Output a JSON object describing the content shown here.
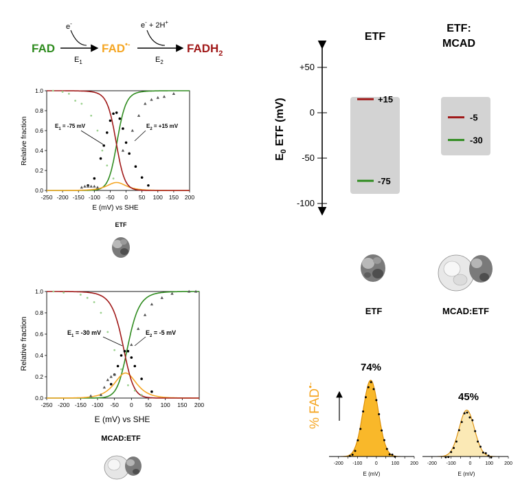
{
  "scheme": {
    "fad": "FAD",
    "fad_sq_main": "FAD",
    "fad_sq_sup": "•-",
    "fadh2_main": "FADH",
    "fadh2_sub": "2",
    "arrow1_top": "e",
    "arrow1_top_sup": "-",
    "arrow1_bottom": "E",
    "arrow1_bottom_sub": "1",
    "arrow2_top": "e",
    "arrow2_top_sup": "-",
    "arrow2_top_rest": " + 2H",
    "arrow2_top_sup2": "+",
    "arrow2_bottom": "E",
    "arrow2_bottom_sub": "2"
  },
  "colors": {
    "green": "#2e8b1e",
    "orange": "#f5a623",
    "red": "#a01818",
    "grey_box": "#d3d3d3"
  },
  "chart_data": [
    {
      "type": "line",
      "panel": "ETF",
      "xlabel": "E (mV) vs SHE",
      "ylabel": "Relative fraction",
      "xlim": [
        -250,
        200
      ],
      "ylim": [
        0,
        1.0
      ],
      "xticks": [
        "-250",
        "-200",
        "-150",
        "-100",
        "-50",
        "0",
        "50",
        "100",
        "150",
        "200"
      ],
      "yticks": [
        "0.0",
        "0.2",
        "0.4",
        "0.6",
        "0.8",
        "1.0"
      ],
      "E1": -75,
      "E2": 15,
      "annotation_e1": "E",
      "annotation_e1_sub": "1",
      "annotation_e1_val": " = -75 mV",
      "annotation_e2": "E",
      "annotation_e2_sub": "2",
      "annotation_e2_val": " = +15 mV",
      "label": "ETF",
      "points_sq": [
        [
          -120,
          0.05
        ],
        [
          -100,
          0.12
        ],
        [
          -80,
          0.32
        ],
        [
          -70,
          0.45
        ],
        [
          -60,
          0.58
        ],
        [
          -50,
          0.7
        ],
        [
          -40,
          0.77
        ],
        [
          -30,
          0.78
        ],
        [
          -20,
          0.72
        ],
        [
          -10,
          0.62
        ],
        [
          0,
          0.48
        ],
        [
          10,
          0.37
        ],
        [
          30,
          0.24
        ],
        [
          50,
          0.13
        ],
        [
          70,
          0.05
        ]
      ],
      "points_ox": [
        [
          -230,
          1.0
        ],
        [
          -200,
          0.99
        ],
        [
          -180,
          0.97
        ],
        [
          -160,
          0.9
        ],
        [
          -140,
          0.87
        ],
        [
          -110,
          0.75
        ],
        [
          -90,
          0.6
        ],
        [
          -75,
          0.4
        ],
        [
          -60,
          0.25
        ],
        [
          -40,
          0.12
        ]
      ],
      "points_red": [
        [
          -140,
          0.03
        ],
        [
          -130,
          0.04
        ],
        [
          -120,
          0.04
        ],
        [
          -110,
          0.04
        ],
        [
          -100,
          0.04
        ],
        [
          -90,
          0.03
        ],
        [
          -10,
          0.4
        ],
        [
          20,
          0.6
        ],
        [
          40,
          0.75
        ],
        [
          60,
          0.87
        ],
        [
          80,
          0.91
        ],
        [
          100,
          0.93
        ],
        [
          120,
          0.94
        ],
        [
          150,
          0.97
        ]
      ]
    },
    {
      "type": "line",
      "panel": "MCAD:ETF",
      "xlabel": "E (mV) vs SHE",
      "ylabel": "Relative fraction",
      "xlim": [
        -250,
        200
      ],
      "ylim": [
        0,
        1.0
      ],
      "xticks": [
        "-250",
        "-200",
        "-150",
        "-100",
        "-50",
        "0",
        "50",
        "100",
        "150",
        "200"
      ],
      "yticks": [
        "0.0",
        "0.2",
        "0.4",
        "0.6",
        "0.8",
        "1.0"
      ],
      "E1": -30,
      "E2": -5,
      "annotation_e1": "E",
      "annotation_e1_sub": "1",
      "annotation_e1_val": " = -30 mV",
      "annotation_e2": "E",
      "annotation_e2_sub": "2",
      "annotation_e2_val": " = -5 mV",
      "label": "MCAD:ETF",
      "points_sq": [
        [
          -60,
          0.13
        ],
        [
          -50,
          0.22
        ],
        [
          -40,
          0.3
        ],
        [
          -30,
          0.4
        ],
        [
          -20,
          0.44
        ],
        [
          -10,
          0.44
        ],
        [
          0,
          0.38
        ],
        [
          10,
          0.3
        ],
        [
          30,
          0.18
        ],
        [
          60,
          0.06
        ]
      ],
      "points_ox": [
        [
          -230,
          1.0
        ],
        [
          -200,
          0.99
        ],
        [
          -150,
          0.97
        ],
        [
          -130,
          0.94
        ],
        [
          -110,
          0.9
        ],
        [
          -90,
          0.8
        ],
        [
          -70,
          0.62
        ],
        [
          -50,
          0.45
        ],
        [
          -30,
          0.27
        ],
        [
          -10,
          0.12
        ],
        [
          10,
          0.07
        ],
        [
          30,
          0.03
        ]
      ],
      "points_red": [
        [
          -120,
          0.02
        ],
        [
          -90,
          0.03
        ],
        [
          -80,
          0.1
        ],
        [
          -70,
          0.17
        ],
        [
          -60,
          0.2
        ],
        [
          -50,
          0.22
        ],
        [
          0,
          0.5
        ],
        [
          20,
          0.65
        ],
        [
          40,
          0.78
        ],
        [
          60,
          0.88
        ],
        [
          90,
          0.94
        ],
        [
          120,
          0.98
        ],
        [
          170,
          1.0
        ],
        [
          190,
          1.0
        ]
      ]
    },
    {
      "type": "area",
      "panel": "ETF semiquinone",
      "value_label": "74%",
      "xlabel": "E (mV)",
      "xlim": [
        -250,
        200
      ],
      "xticks": [
        "-200",
        "-100",
        "0",
        "100",
        "200"
      ],
      "center": -30,
      "peak": 0.74
    },
    {
      "type": "area",
      "panel": "MCAD:ETF semiquinone",
      "value_label": "45%",
      "xlabel": "E (mV)",
      "xlim": [
        -250,
        200
      ],
      "xticks": [
        "-200",
        "-100",
        "0",
        "100",
        "200"
      ],
      "center": -18,
      "peak": 0.45
    }
  ],
  "potential_diagram": {
    "col_etf": "ETF",
    "col_mcad": "ETF:\nMCAD",
    "col_mcad_line1": "ETF:",
    "col_mcad_line2": "MCAD",
    "axis_label_pre": "E",
    "axis_label_sub": "0",
    "axis_label_post": " ETF (mV)",
    "ticks": [
      {
        "label": "+50",
        "value": 50
      },
      {
        "label": "0",
        "value": 0
      },
      {
        "label": "-50",
        "value": -50
      },
      {
        "label": "-100",
        "value": -100
      }
    ],
    "etf_levels": [
      {
        "label": "+15",
        "value": 15,
        "color": "#a01818"
      },
      {
        "label": "-75",
        "value": -75,
        "color": "#2e8b1e"
      }
    ],
    "mcad_levels": [
      {
        "label": "-5",
        "value": -5,
        "color": "#a01818"
      },
      {
        "label": "-30",
        "value": -30,
        "color": "#2e8b1e"
      }
    ]
  },
  "right_labels": {
    "etf": "ETF",
    "mcad_etf": "MCAD:ETF"
  },
  "fad_sq_axis": "% FAD",
  "fad_sq_axis_sup": "•-",
  "left_label_etf": "ETF",
  "left_label_mcad": "MCAD:ETF"
}
